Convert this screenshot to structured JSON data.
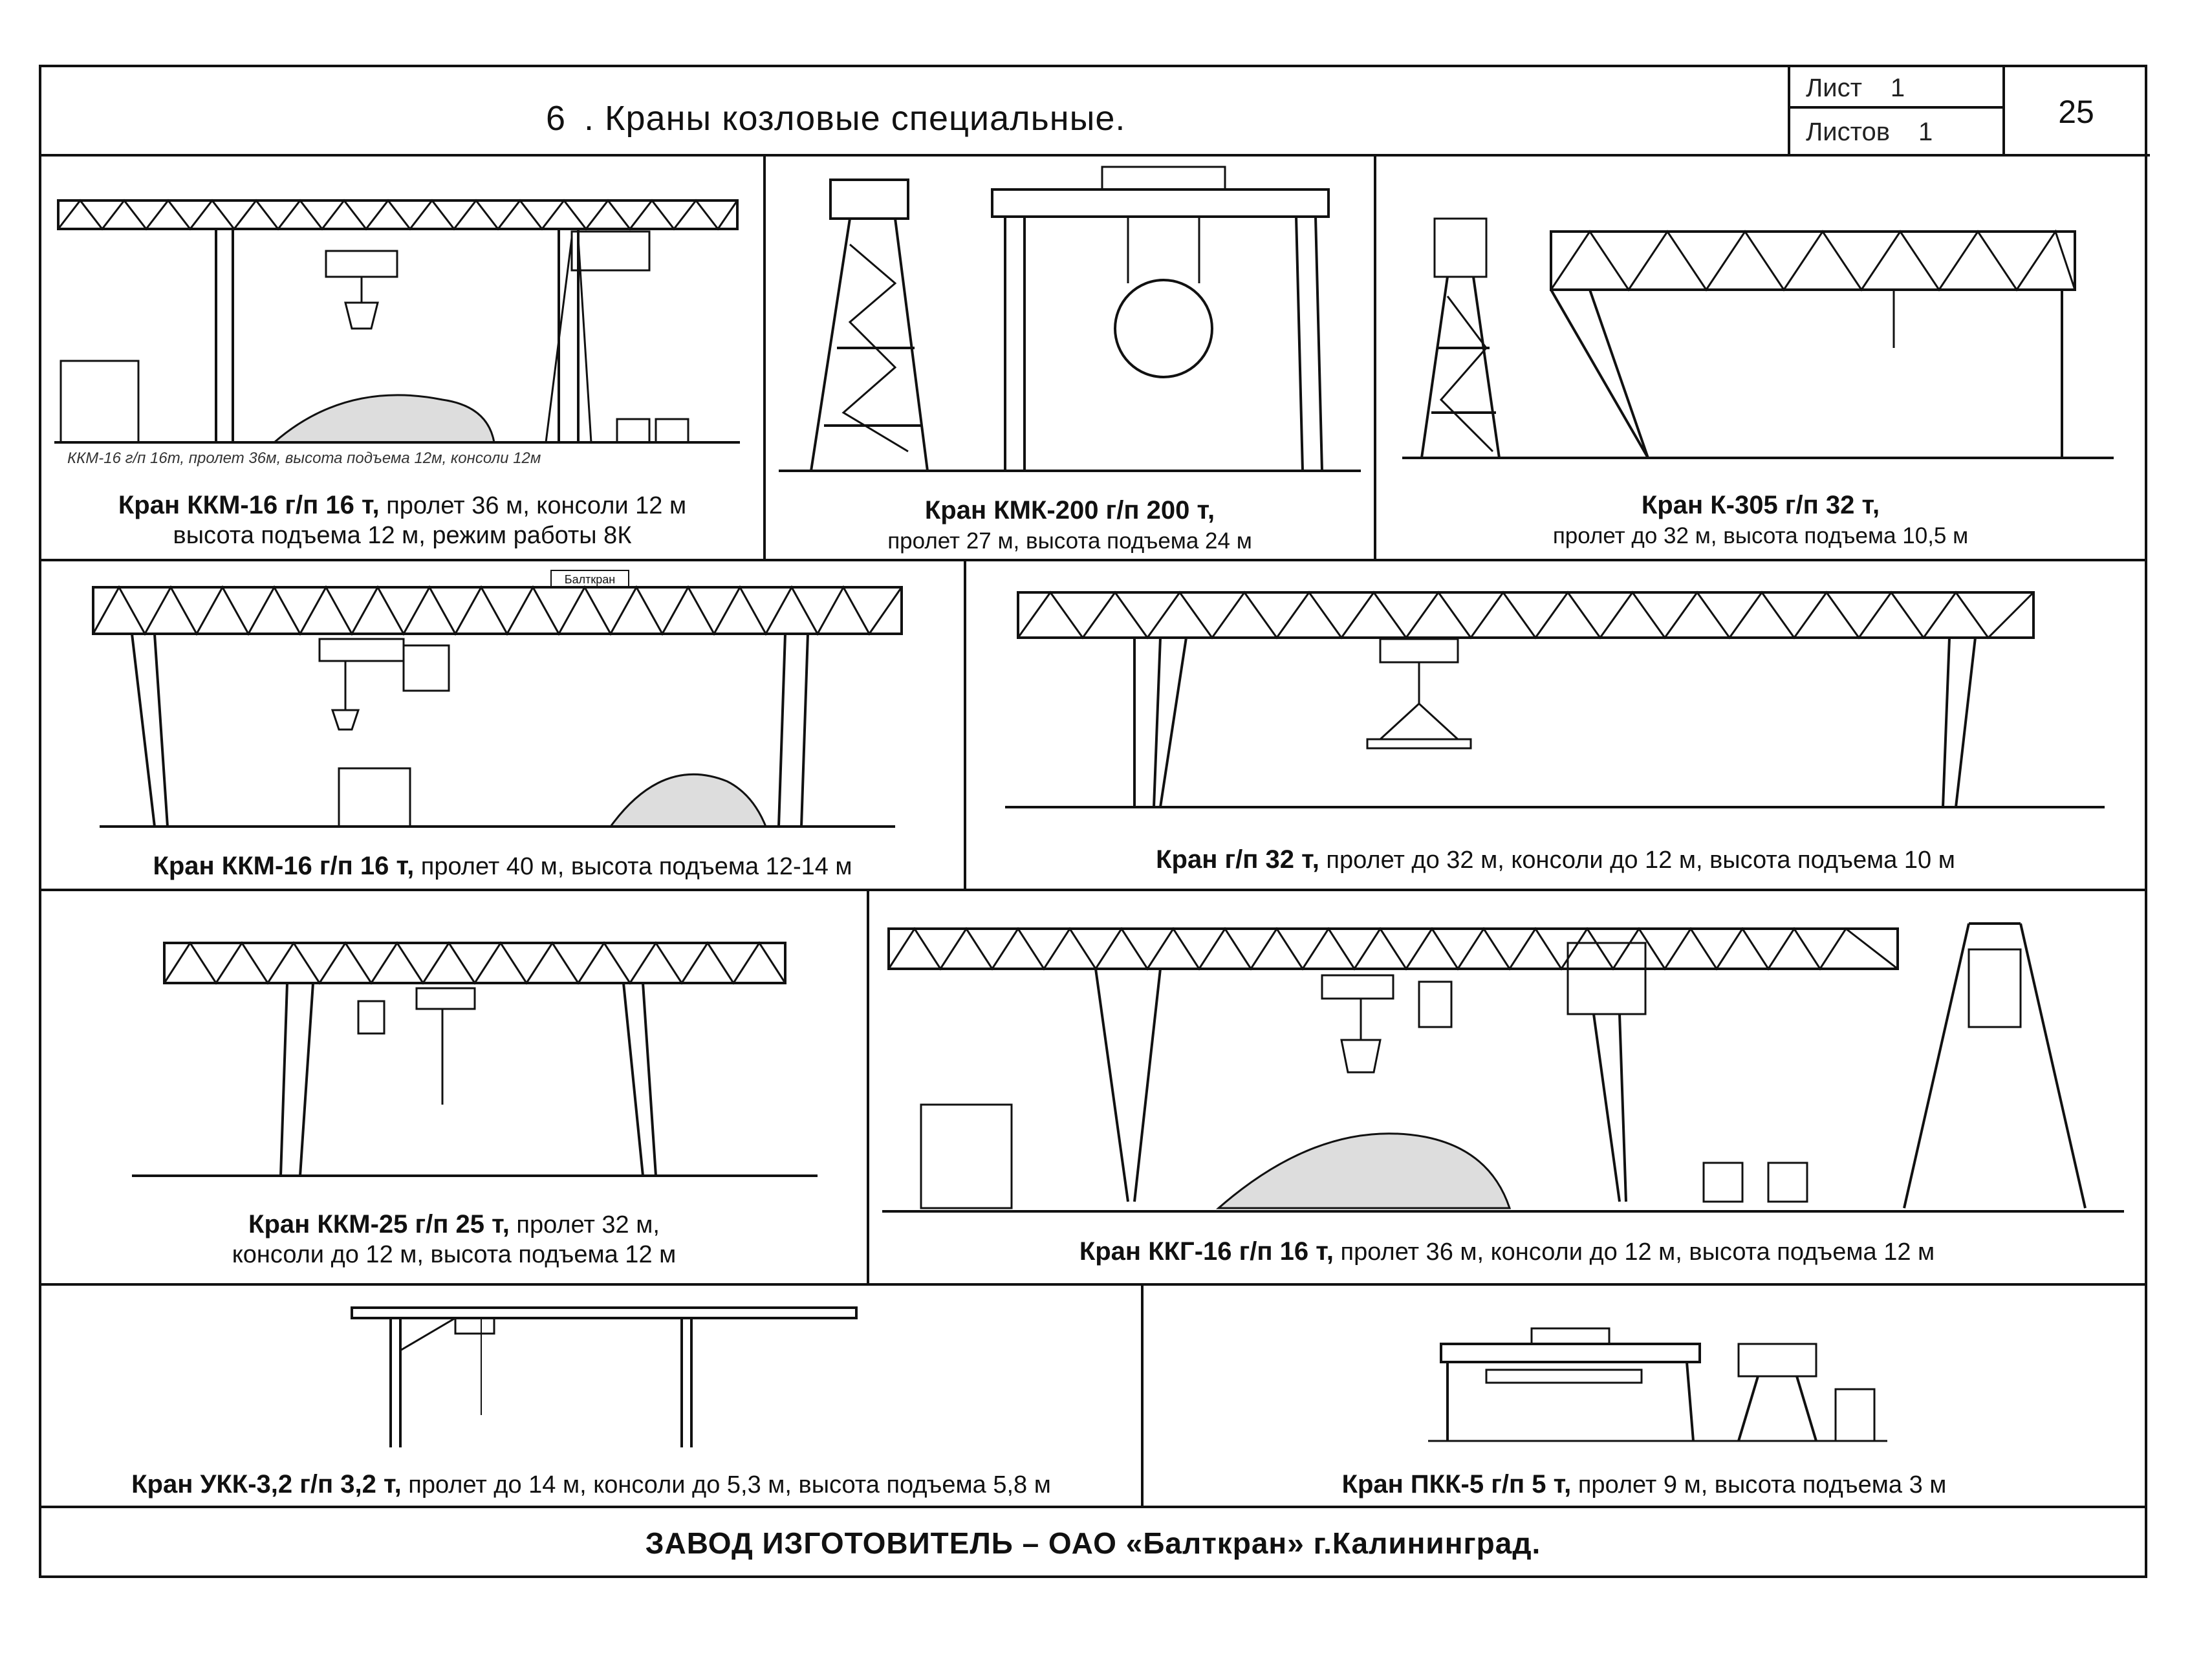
{
  "header": {
    "section_number": "6",
    "title": ". Краны козловые специальные.",
    "sheet_label": "Лист",
    "sheet_value": "1",
    "sheets_label": "Листов",
    "sheets_value": "1",
    "page_number": "25"
  },
  "cranes": [
    {
      "name": "Кран ККМ-16 г/п 16 т,",
      "desc": " пролет 36 м, консоли 12 м",
      "desc2": "высота подъема 12 м, режим работы 8К",
      "drawing_note": "ККМ-16 г/п 16т, пролет 36м, высота подъема 12м, консоли 12м"
    },
    {
      "name": "Кран КМК-200 г/п 200 т,",
      "desc2": "пролет 27 м, высота подъема 24 м"
    },
    {
      "name": "Кран К-305 г/п 32 т,",
      "desc2": "пролет до 32 м, высота подъема 10,5 м"
    },
    {
      "name": "Кран ККМ-16 г/п 16 т,",
      "desc": " пролет 40 м, высота подъема 12-14 м"
    },
    {
      "name": "Кран г/п 32 т,",
      "desc": " пролет до 32 м, консоли до 12 м, высота подъема 10 м"
    },
    {
      "name": "Кран ККМ-25 г/п 25 т,",
      "desc": " пролет 32 м,",
      "desc2": "консоли до 12 м, высота подъема 12 м"
    },
    {
      "name": "Кран ККГ-16 г/п 16 т,",
      "desc": " пролет 36 м, консоли до 12 м, высота подъема 12 м"
    },
    {
      "name": "Кран УКК-3,2 г/п 3,2 т,",
      "desc": " пролет до 14 м, консоли до 5,3 м, высота подъема 5,8 м"
    },
    {
      "name": "Кран ПКК-5 г/п 5 т,",
      "desc": " пролет 9 м, высота подъема 3 м"
    }
  ],
  "brand_plate": "Балткран",
  "footer": "ЗАВОД ИЗГОТОВИТЕЛЬ – ОАО «Балткран» г.Калининград."
}
